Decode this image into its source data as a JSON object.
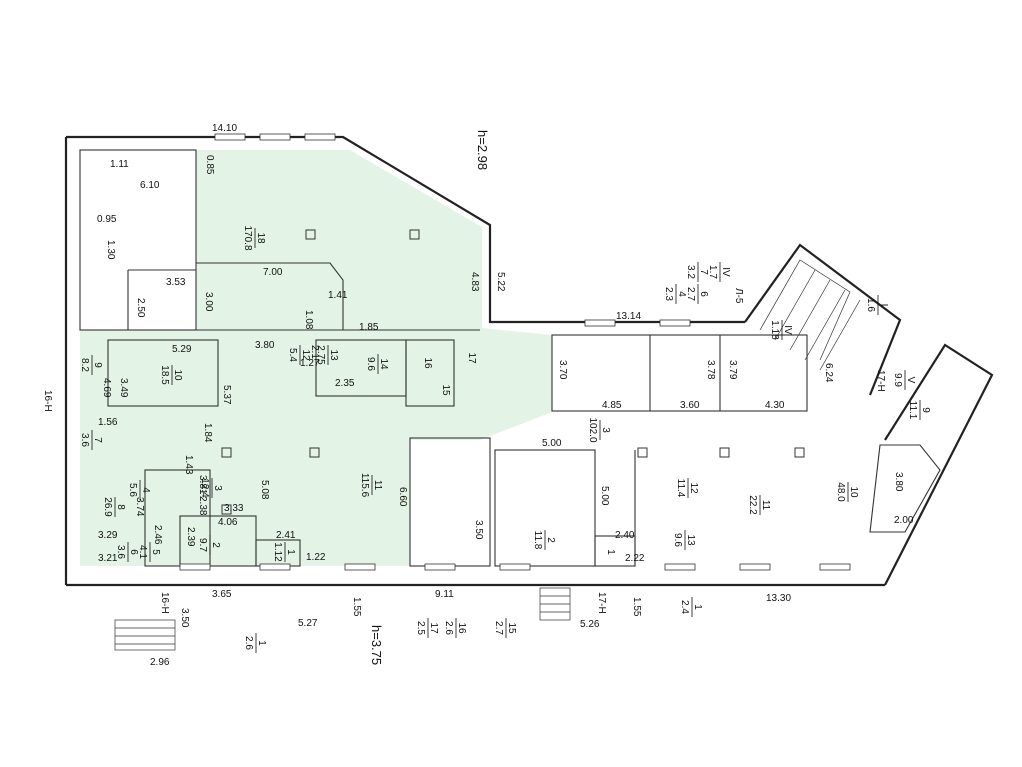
{
  "heights": {
    "upper": "h=2.98",
    "lower": "h=3.75"
  },
  "rooms": [
    {
      "id": "r18",
      "num": "18",
      "area": "170.8"
    },
    {
      "id": "r11",
      "num": "11",
      "area": "115.6"
    },
    {
      "id": "r10",
      "num": "10",
      "area": "18.5"
    },
    {
      "id": "r9",
      "num": "9",
      "area": "8.2"
    },
    {
      "id": "r8",
      "num": "8",
      "area": "26.9"
    },
    {
      "id": "r7",
      "num": "7",
      "area": "3.6"
    },
    {
      "id": "r6",
      "num": "6",
      "area": "3.6"
    },
    {
      "id": "r5",
      "num": "5",
      "area": "4.1"
    },
    {
      "id": "r4",
      "num": "4",
      "area": "5.6"
    },
    {
      "id": "r3",
      "num": "3",
      "area": "12.4"
    },
    {
      "id": "r2",
      "num": "2",
      "area": "9.7"
    },
    {
      "id": "r1",
      "num": "1",
      "area": "1.12"
    },
    {
      "id": "r12",
      "num": "12",
      "area": "5.4"
    },
    {
      "id": "r13",
      "num": "13",
      "area": "2.75"
    },
    {
      "id": "r14",
      "num": "14",
      "area": "9.6"
    },
    {
      "id": "r15",
      "num": "15",
      "area": ""
    },
    {
      "id": "r16",
      "num": "16",
      "area": ""
    },
    {
      "id": "r17",
      "num": "17",
      "area": ""
    },
    {
      "id": "rb3",
      "num": "3",
      "area": "102.0"
    },
    {
      "id": "rb2",
      "num": "2",
      "area": "11.8"
    },
    {
      "id": "rb1",
      "num": "1",
      "area": ""
    },
    {
      "id": "rb12",
      "num": "12",
      "area": "11.4"
    },
    {
      "id": "rb11",
      "num": "11",
      "area": "22.2"
    },
    {
      "id": "rb13",
      "num": "13",
      "area": "9.6"
    },
    {
      "id": "rb10",
      "num": "10",
      "area": "48.0"
    },
    {
      "id": "rb9",
      "num": "9",
      "area": "11.1"
    },
    {
      "id": "rbV",
      "num": "V",
      "area": "9.9"
    },
    {
      "id": "rbI",
      "num": "I",
      "area": "1.6"
    },
    {
      "id": "rbIV",
      "num": "IV",
      "area": "1.18"
    }
  ],
  "legend_fractions": [
    {
      "num": "7",
      "den": "3.2"
    },
    {
      "num": "IV",
      "den": "1.7"
    },
    {
      "num": "4",
      "den": "2.3"
    },
    {
      "num": "6",
      "den": "2.7"
    },
    {
      "num": "17",
      "den": "2.5"
    },
    {
      "num": "16",
      "den": "2.6"
    },
    {
      "num": "15",
      "den": "2.7"
    },
    {
      "num": "1",
      "den": "2.4"
    },
    {
      "num": "1",
      "den": "2.6"
    }
  ],
  "dimensions": [
    "14.10",
    "1.11",
    "6.10",
    "0.85",
    "0.95",
    "1.30",
    "3.53",
    "2.50",
    "3.00",
    "7.00",
    "1.41",
    "1.08",
    "1.85",
    "4.83",
    "5.22",
    "13.14",
    "3.80",
    "5.29",
    "3.49",
    "4.69",
    "1.27",
    "2.1",
    "2.35",
    "5.37",
    "1.56",
    "1.84",
    "1.43",
    "3.81",
    "2.38",
    "3.74",
    "3.33",
    "5.08",
    "2.46",
    "2.39",
    "4.06",
    "3.29",
    "3.21",
    "2.41",
    "1.22",
    "6.60",
    "3.50",
    "3.70",
    "4.85",
    "3.60",
    "3.78",
    "3.79",
    "4.30",
    "5.00",
    "5.00",
    "2.40",
    "2.22",
    "3.80",
    "2.00",
    "13.30",
    "9.11",
    "3.65",
    "1.55",
    "5.27",
    "2.96",
    "3.50",
    "5.26",
    "1.55",
    "6.24",
    "Л-5",
    "16-Н",
    "16-Н",
    "17-Н",
    "17-Н"
  ]
}
